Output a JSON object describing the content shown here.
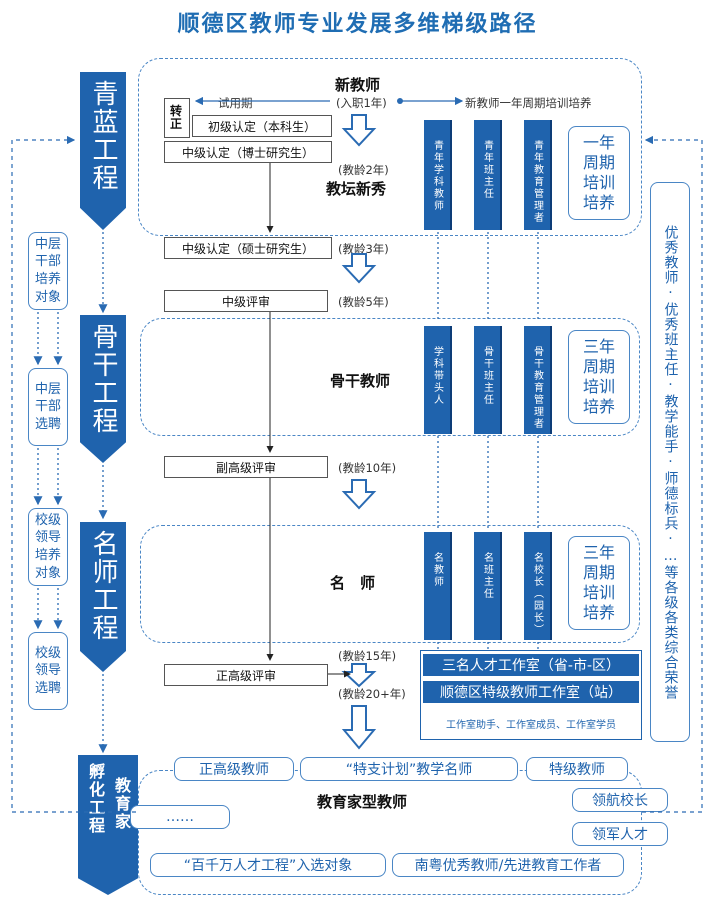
{
  "title": "顺德区教师专业发展多维梯级路径",
  "engineering": {
    "qinglan": "青蓝工程",
    "gugan": "骨干工程",
    "mingshi": "名师工程",
    "fuhua": "孵化工程",
    "jiaoyujia": "教育家"
  },
  "left_column": {
    "item1": "中层干部培养对象",
    "item2": "中层干部选聘",
    "item3": "校级领导培养对象",
    "item4": "校级领导选聘"
  },
  "right_column": {
    "text": "优秀教师·优秀班主任·教学能手·师德标兵·…等各级各类综合荣誉"
  },
  "new_teacher": {
    "title": "新教师",
    "entry": "(入职1年)",
    "trial": "试用期",
    "training": "新教师一年周期培训培养",
    "zhuanzheng": "转正",
    "junior": "初级认定（本科生）",
    "mid_phd": "中级认定（博士研究生）",
    "age2": "(教龄2年)",
    "jiaotan": "教坛新秀",
    "bars": [
      "青年学科教师",
      "青年班主任",
      "青年教育管理者"
    ],
    "period": "一年周期培训培养"
  },
  "middle_steps": {
    "mid_master": "中级认定（硕士研究生）",
    "age3": "(教龄3年)",
    "mid_review": "中级评审",
    "age5": "(教龄5年)"
  },
  "gugan_section": {
    "label": "骨干教师",
    "bars": [
      "学科带头人",
      "骨干班主任",
      "骨干教育管理者"
    ],
    "period": "三年周期培训培养"
  },
  "deputy": {
    "review": "副高级评审",
    "age10": "(教龄10年)"
  },
  "mingshi_section": {
    "label": "名　师",
    "bars": [
      "名教师",
      "名班主任",
      "名校长（园长）"
    ],
    "period": "三年周期培训培养"
  },
  "senior": {
    "review": "正高级评审",
    "age15": "(教龄15年)",
    "age20": "(教龄20+年)"
  },
  "studios": {
    "s1": "三名人才工作室（省-市-区）",
    "s2": "顺德区特级教师工作室（站）",
    "members": "工作室助手、工作室成员、工作室学员"
  },
  "educator": {
    "title": "教育家型教师",
    "items": {
      "zhenggao": "正高级教师",
      "tezhi": "“特支计划”教学名师",
      "teji": "特级教师",
      "linghang": "领航校长",
      "lingjun": "领军人才",
      "dots": "……",
      "baiqian": "“百千万人才工程”入选对象",
      "nanyue": "南粤优秀教师/先进教育工作者"
    }
  }
}
